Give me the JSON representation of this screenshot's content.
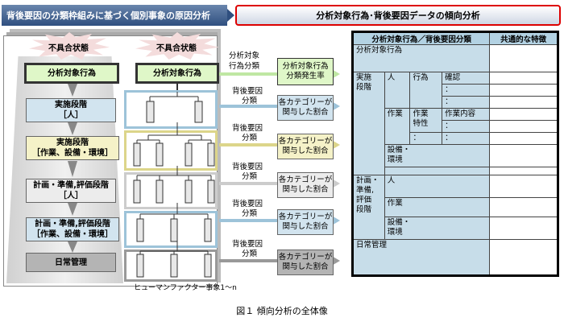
{
  "header": {
    "left": "背後要因の分類枠組みに基づく個別事象の原因分析",
    "right": "分析対象行為･背後要因データの傾向分析"
  },
  "left_panel": {
    "burst_label": "不具合状態",
    "stages": [
      {
        "l1": "分析対象行為",
        "l2": ""
      },
      {
        "l1": "実施段階",
        "l2": "［人］"
      },
      {
        "l1": "実施段階",
        "l2": "［作業、設備・環境］"
      },
      {
        "l1": "計画・準備,評価段階",
        "l2": "［人］"
      },
      {
        "l1": "計画・準備,評価段階",
        "l2": "［作業、設備・環境］"
      },
      {
        "l1": "日常管理",
        "l2": ""
      }
    ],
    "center_top": "分析対象行為",
    "footer": "ヒューマンファクター事象1～n"
  },
  "middle": {
    "top_lbl1": "分析対象",
    "top_lbl2": "行為分類",
    "top_box1": "分析対象行為",
    "top_box2": "分類発生率",
    "flow_lbl1": "背後要因",
    "flow_lbl2": "分類",
    "cat_box1": "各カテゴリーが",
    "cat_box2": "関与した割合"
  },
  "table": {
    "col1": "分析対象行為／背後要因分類",
    "col2": "共通的な特徴",
    "row_action": "分析対象行為",
    "stage_exec": "実施\n段階",
    "person": "人",
    "action": "行為",
    "confirm": "確認",
    "work": "作業",
    "work_char": "作業\n特性",
    "work_content": "作業内容",
    "equip": "設備・\n環境",
    "stage_plan": "計画・\n準備,\n評価\n段階",
    "daily": "日常管理",
    "dots": "："
  },
  "caption": "図１ 傾向分析の全体像"
}
